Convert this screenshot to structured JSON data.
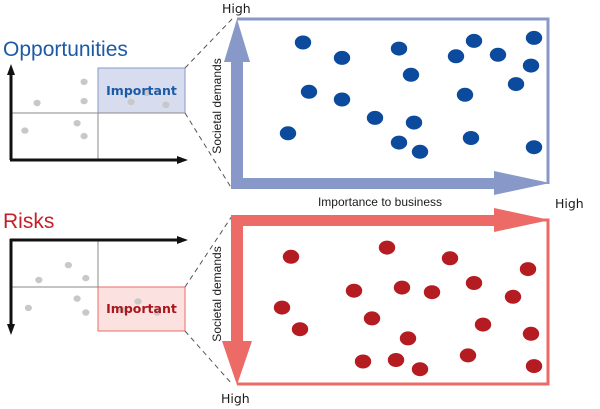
{
  "colors": {
    "opportunities_text": "#1d5aa6",
    "opportunities_frame": "#8898c8",
    "opportunities_fill": "#d7dcee",
    "opportunities_dot": "#0b4a9c",
    "risks_text": "#c4202a",
    "risks_frame": "#ec6b66",
    "risks_fill": "#fbe1df",
    "risks_dot": "#b41c22",
    "small_dot": "#c8c8c8",
    "axis_black": "#111111",
    "grid_gray": "#8a8a8a",
    "dash": "#555555"
  },
  "opportunities": {
    "title": "Opportunities",
    "important_label": "Important",
    "y_high_label": "High",
    "y_axis_label": "Societal demands",
    "x_axis_label": "Importance to business",
    "x_high_label": "High",
    "small_dots": [
      [
        0.08,
        0.32
      ],
      [
        0.42,
        0.26
      ],
      [
        0.38,
        0.4
      ],
      [
        0.15,
        0.62
      ],
      [
        0.42,
        0.64
      ],
      [
        0.42,
        0.85
      ],
      [
        0.69,
        0.63
      ],
      [
        0.78,
        0.73
      ],
      [
        0.89,
        0.6
      ]
    ],
    "dots": [
      [
        0.2,
        0.88
      ],
      [
        0.33,
        0.78
      ],
      [
        0.52,
        0.84
      ],
      [
        0.77,
        0.89
      ],
      [
        0.97,
        0.91
      ],
      [
        0.71,
        0.79
      ],
      [
        0.85,
        0.8
      ],
      [
        0.56,
        0.67
      ],
      [
        0.96,
        0.73
      ],
      [
        0.91,
        0.61
      ],
      [
        0.22,
        0.56
      ],
      [
        0.33,
        0.51
      ],
      [
        0.74,
        0.54
      ],
      [
        0.44,
        0.39
      ],
      [
        0.57,
        0.36
      ],
      [
        0.15,
        0.29
      ],
      [
        0.52,
        0.23
      ],
      [
        0.59,
        0.17
      ],
      [
        0.76,
        0.26
      ],
      [
        0.97,
        0.2
      ]
    ]
  },
  "risks": {
    "title": "Risks",
    "important_label": "Important",
    "y_high_label": "High",
    "y_axis_label": "Societal demands",
    "small_dots": [
      [
        0.1,
        0.27
      ],
      [
        0.43,
        0.22
      ],
      [
        0.38,
        0.37
      ],
      [
        0.64,
        0.25
      ],
      [
        0.73,
        0.34
      ],
      [
        0.84,
        0.22
      ],
      [
        0.16,
        0.57
      ],
      [
        0.43,
        0.59
      ],
      [
        0.33,
        0.73
      ]
    ],
    "dots": [
      [
        0.16,
        0.8
      ],
      [
        0.48,
        0.86
      ],
      [
        0.69,
        0.79
      ],
      [
        0.95,
        0.72
      ],
      [
        0.37,
        0.58
      ],
      [
        0.53,
        0.6
      ],
      [
        0.63,
        0.57
      ],
      [
        0.77,
        0.63
      ],
      [
        0.9,
        0.54
      ],
      [
        0.13,
        0.47
      ],
      [
        0.43,
        0.4
      ],
      [
        0.19,
        0.33
      ],
      [
        0.8,
        0.36
      ],
      [
        0.55,
        0.27
      ],
      [
        0.96,
        0.3
      ],
      [
        0.4,
        0.12
      ],
      [
        0.51,
        0.13
      ],
      [
        0.59,
        0.07
      ],
      [
        0.75,
        0.16
      ],
      [
        0.97,
        0.09
      ]
    ]
  }
}
